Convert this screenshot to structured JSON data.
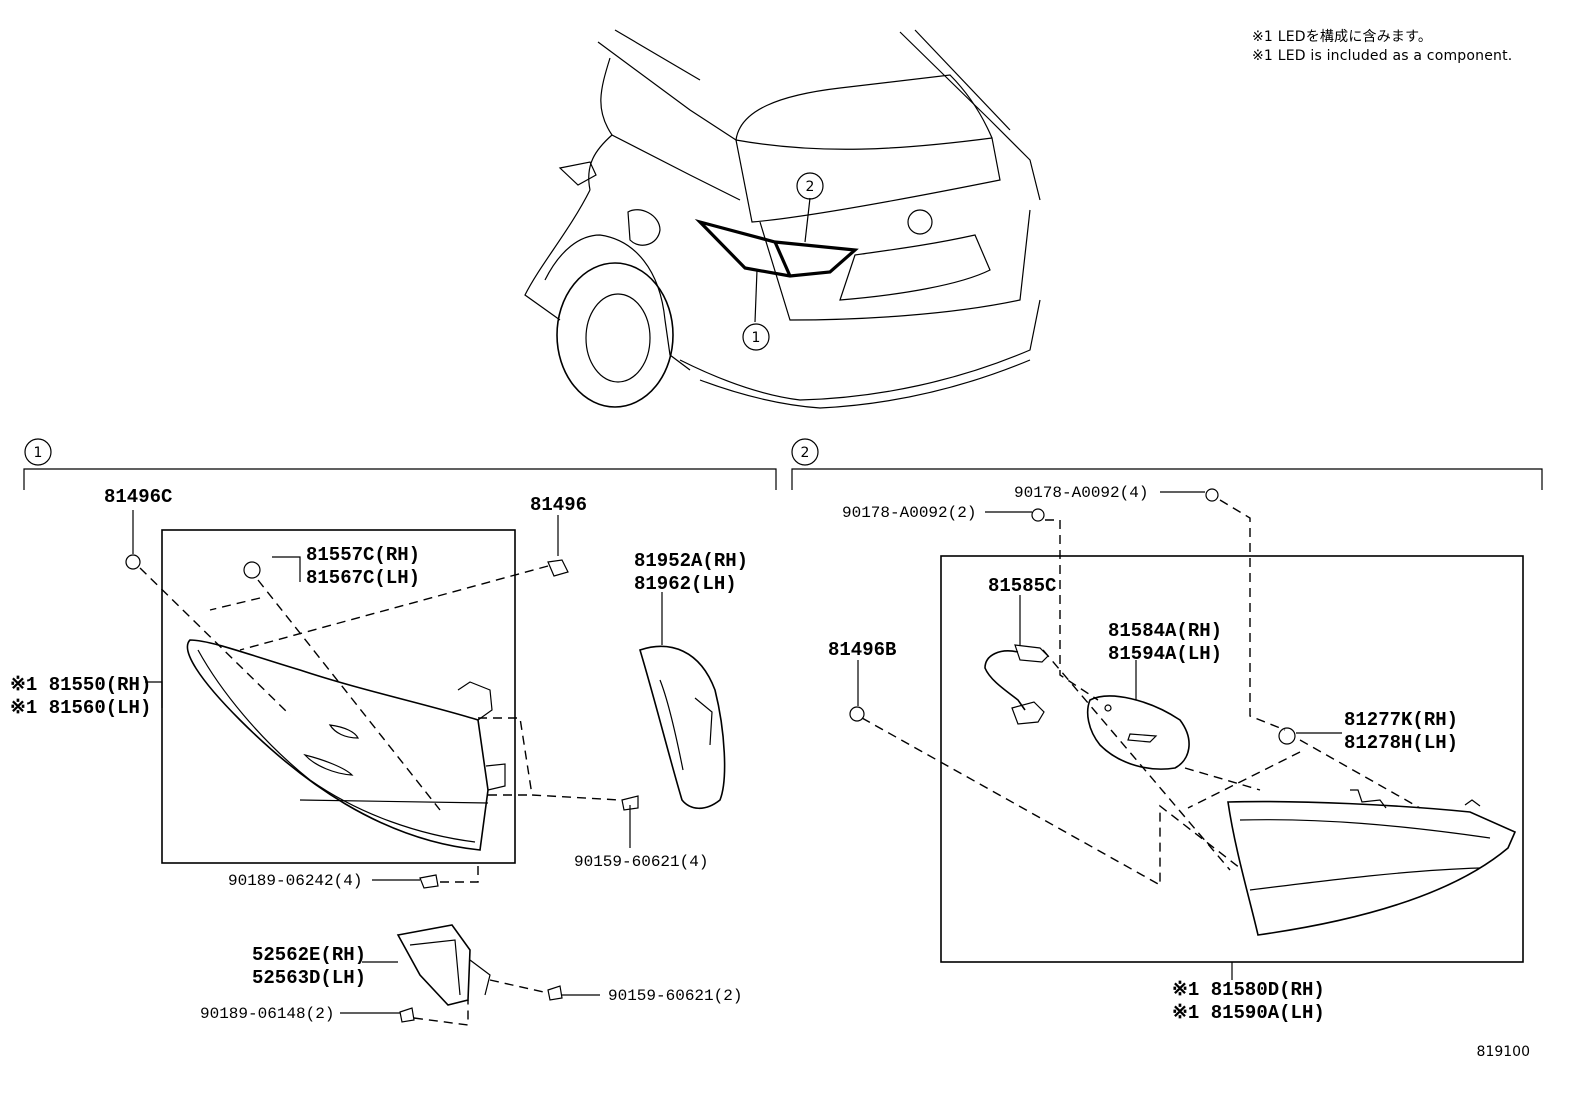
{
  "notes": {
    "line1": "※1 LEDを構成に含みます。",
    "line2": "※1 LED is included as a component."
  },
  "callouts": {
    "one": "1",
    "two": "2"
  },
  "section1": {
    "marker": "1",
    "labels": {
      "p81496c": "81496C",
      "p81496": "81496",
      "p81557c": "81557C(RH)",
      "p81567c": "81567C(LH)",
      "p81550": "※1 81550(RH)",
      "p81560": "※1 81560(LH)",
      "p81952a": "81952A(RH)",
      "p81962": "81962(LH)",
      "p90159a": "90159-60621(4)",
      "p90189a": "90189-06242(4)",
      "p52562e": "52562E(RH)",
      "p52563d": "52563D(LH)",
      "p90159b": "90159-60621(2)",
      "p90189b": "90189-06148(2)"
    }
  },
  "section2": {
    "marker": "2",
    "labels": {
      "p90178a": "90178-A0092(4)",
      "p90178b": "90178-A0092(2)",
      "p81585c": "81585C",
      "p81584a": "81584A(RH)",
      "p81594a": "81594A(LH)",
      "p81496b": "81496B",
      "p81277k": "81277K(RH)",
      "p81278h": "81278H(LH)",
      "p81580d": "※1 81580D(RH)",
      "p81590a": "※1 81590A(LH)"
    }
  },
  "figure_number": "819100"
}
